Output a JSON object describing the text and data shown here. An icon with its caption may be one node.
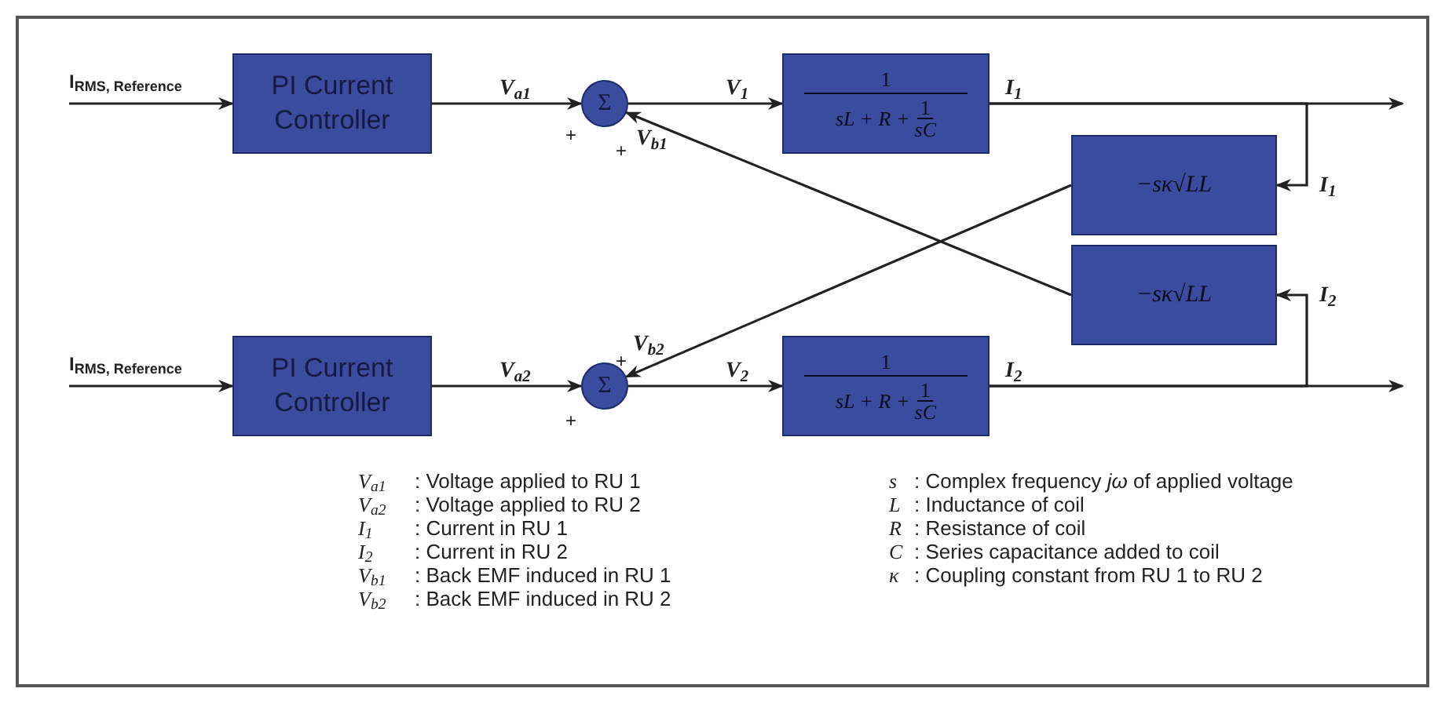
{
  "diagram": {
    "nodes": [
      {
        "text": [
          "PI Current Controller"
        ]
      },
      {
        "text": [
          "Σ"
        ]
      },
      {
        "text": [
          "1",
          "sL + R +",
          "1",
          "sC"
        ]
      },
      {
        "text": [
          "−sκ√LL"
        ]
      },
      {
        "text": [
          "−sκ√LL"
        ]
      },
      {
        "text": [
          "PI Current Controller"
        ]
      },
      {
        "text": [
          "Σ"
        ]
      },
      {
        "text": [
          "1",
          "sL + R +",
          "1",
          "sC"
        ]
      }
    ],
    "edges": [
      {
        "from": null,
        "to": 0,
        "arrow": "to",
        "label": "I$_{RMS, Reference}$"
      },
      {
        "from": 0,
        "to": 1,
        "arrow": "to",
        "label": "V$_{a1}$"
      },
      {
        "from": 1,
        "to": 2,
        "arrow": "to",
        "label": "V$_{1}$"
      },
      {
        "from": 2,
        "to": null,
        "arrow": "to",
        "label": "I$_{1}$"
      },
      {
        "from": 2,
        "to": 3,
        "arrow": "to",
        "label": "I$_{1}$"
      },
      {
        "from": 3,
        "to": 6,
        "arrow": "to",
        "label": "V$_{b2}$"
      },
      {
        "from": 4,
        "to": 1,
        "arrow": "to",
        "label": "V$_{b1}$"
      },
      {
        "from": null,
        "to": 5,
        "arrow": "to",
        "label": "I$_{RMS, Reference}$"
      },
      {
        "from": 5,
        "to": 6,
        "arrow": "to",
        "label": "V$_{a2}$"
      },
      {
        "from": 6,
        "to": 7,
        "arrow": "to",
        "label": "V$_{2}$"
      },
      {
        "from": 7,
        "to": null,
        "arrow": "to",
        "label": "I$_{2}$"
      },
      {
        "from": 7,
        "to": 4,
        "arrow": "to",
        "label": "I$_{2}$"
      }
    ],
    "labels": [
      "+",
      "+",
      "+",
      "+",
      "V$_{a1}$",
      ": Voltage applied to RU 1",
      "V$_{a2}$",
      ": Voltage applied to RU 2",
      "I$_{1}$",
      ": Current in RU 1",
      "I$_{2}$",
      ": Current in RU 2",
      "V$_{b1}$",
      ": Back EMF induced in RU 1",
      "V$_{b2}$",
      ": Back EMF induced in RU 2",
      "s",
      ": Complex frequency *jω* of applied voltage",
      "L",
      ": Inductance of coil",
      "R",
      ": Resistance of coil",
      "C",
      ": Series capacitance added to coil",
      "κ",
      ": Coupling constant from RU 1 to RU 2"
    ]
  }
}
